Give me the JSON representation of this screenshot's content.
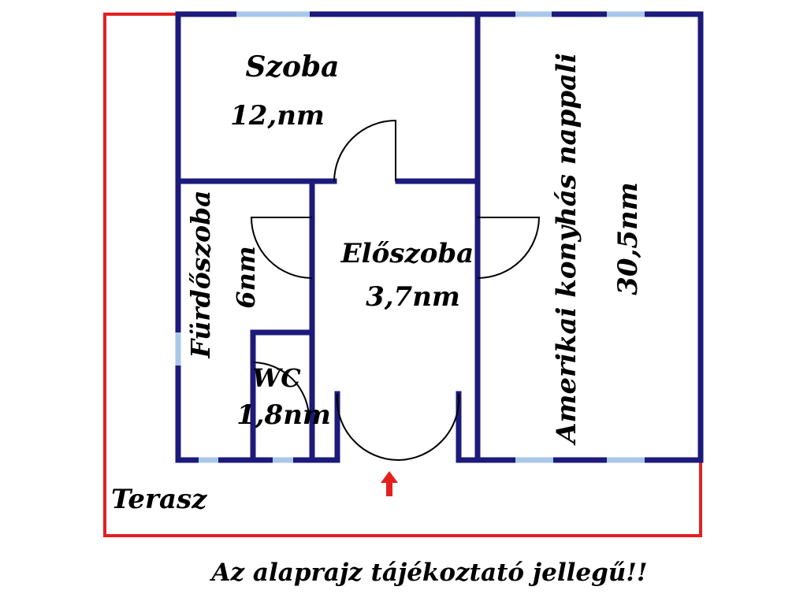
{
  "rooms": {
    "szoba": {
      "name": "Szoba",
      "area": "12,nm"
    },
    "eloszoba": {
      "name": "Előszoba",
      "area": "3,7nm"
    },
    "furdoszoba": {
      "name": "Fürdőszoba",
      "area": "6nm"
    },
    "wc": {
      "name": "WC",
      "area": "1,8nm"
    },
    "nappali": {
      "name": "Amerikai konyhás nappali",
      "area": "30,5nm"
    },
    "terasz": {
      "name": "Terasz"
    }
  },
  "note": "Az alaprajz tájékoztató jellegű!!",
  "colors": {
    "wall": "#1c1a7a",
    "window": "#a9c7e8",
    "terrace": "#e32020",
    "entrance_arrow": "#e32020",
    "text": "#000000"
  },
  "icons": {
    "entrance": "entrance-arrow-icon"
  }
}
